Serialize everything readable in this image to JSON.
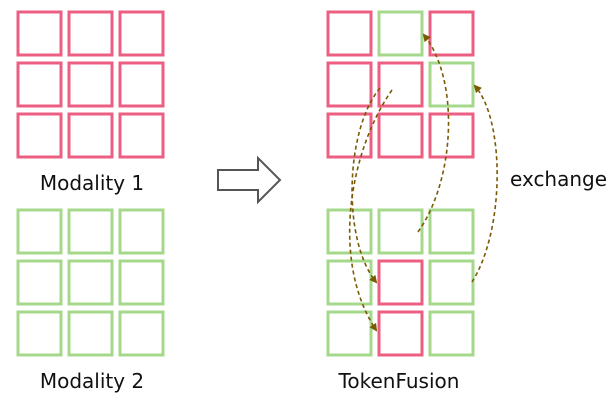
{
  "labels": {
    "modality1": "Modality 1",
    "modality2": "Modality 2",
    "result": "TokenFusion",
    "exchange": "exchange"
  },
  "colors": {
    "modality1": "#ec5f82",
    "modality2": "#a6d88b",
    "arrow": "#7a5a05",
    "transform_arrow": "#555555"
  },
  "grids": {
    "modality1": [
      [
        "m1",
        "m1",
        "m1"
      ],
      [
        "m1",
        "m1",
        "m1"
      ],
      [
        "m1",
        "m1",
        "m1"
      ]
    ],
    "modality2": [
      [
        "m2",
        "m2",
        "m2"
      ],
      [
        "m2",
        "m2",
        "m2"
      ],
      [
        "m2",
        "m2",
        "m2"
      ]
    ],
    "fused_top": [
      [
        "m1",
        "m2",
        "m1"
      ],
      [
        "m1",
        "m1",
        "m2"
      ],
      [
        "m1",
        "m1",
        "m1"
      ]
    ],
    "fused_bottom": [
      [
        "m2",
        "m2",
        "m2"
      ],
      [
        "m2",
        "m1",
        "m2"
      ],
      [
        "m2",
        "m1",
        "m2"
      ]
    ]
  },
  "icons": {
    "transform_arrow": "right-hollow-arrow-icon",
    "exchange_arrows": "dashed-curved-arrow-icon"
  }
}
